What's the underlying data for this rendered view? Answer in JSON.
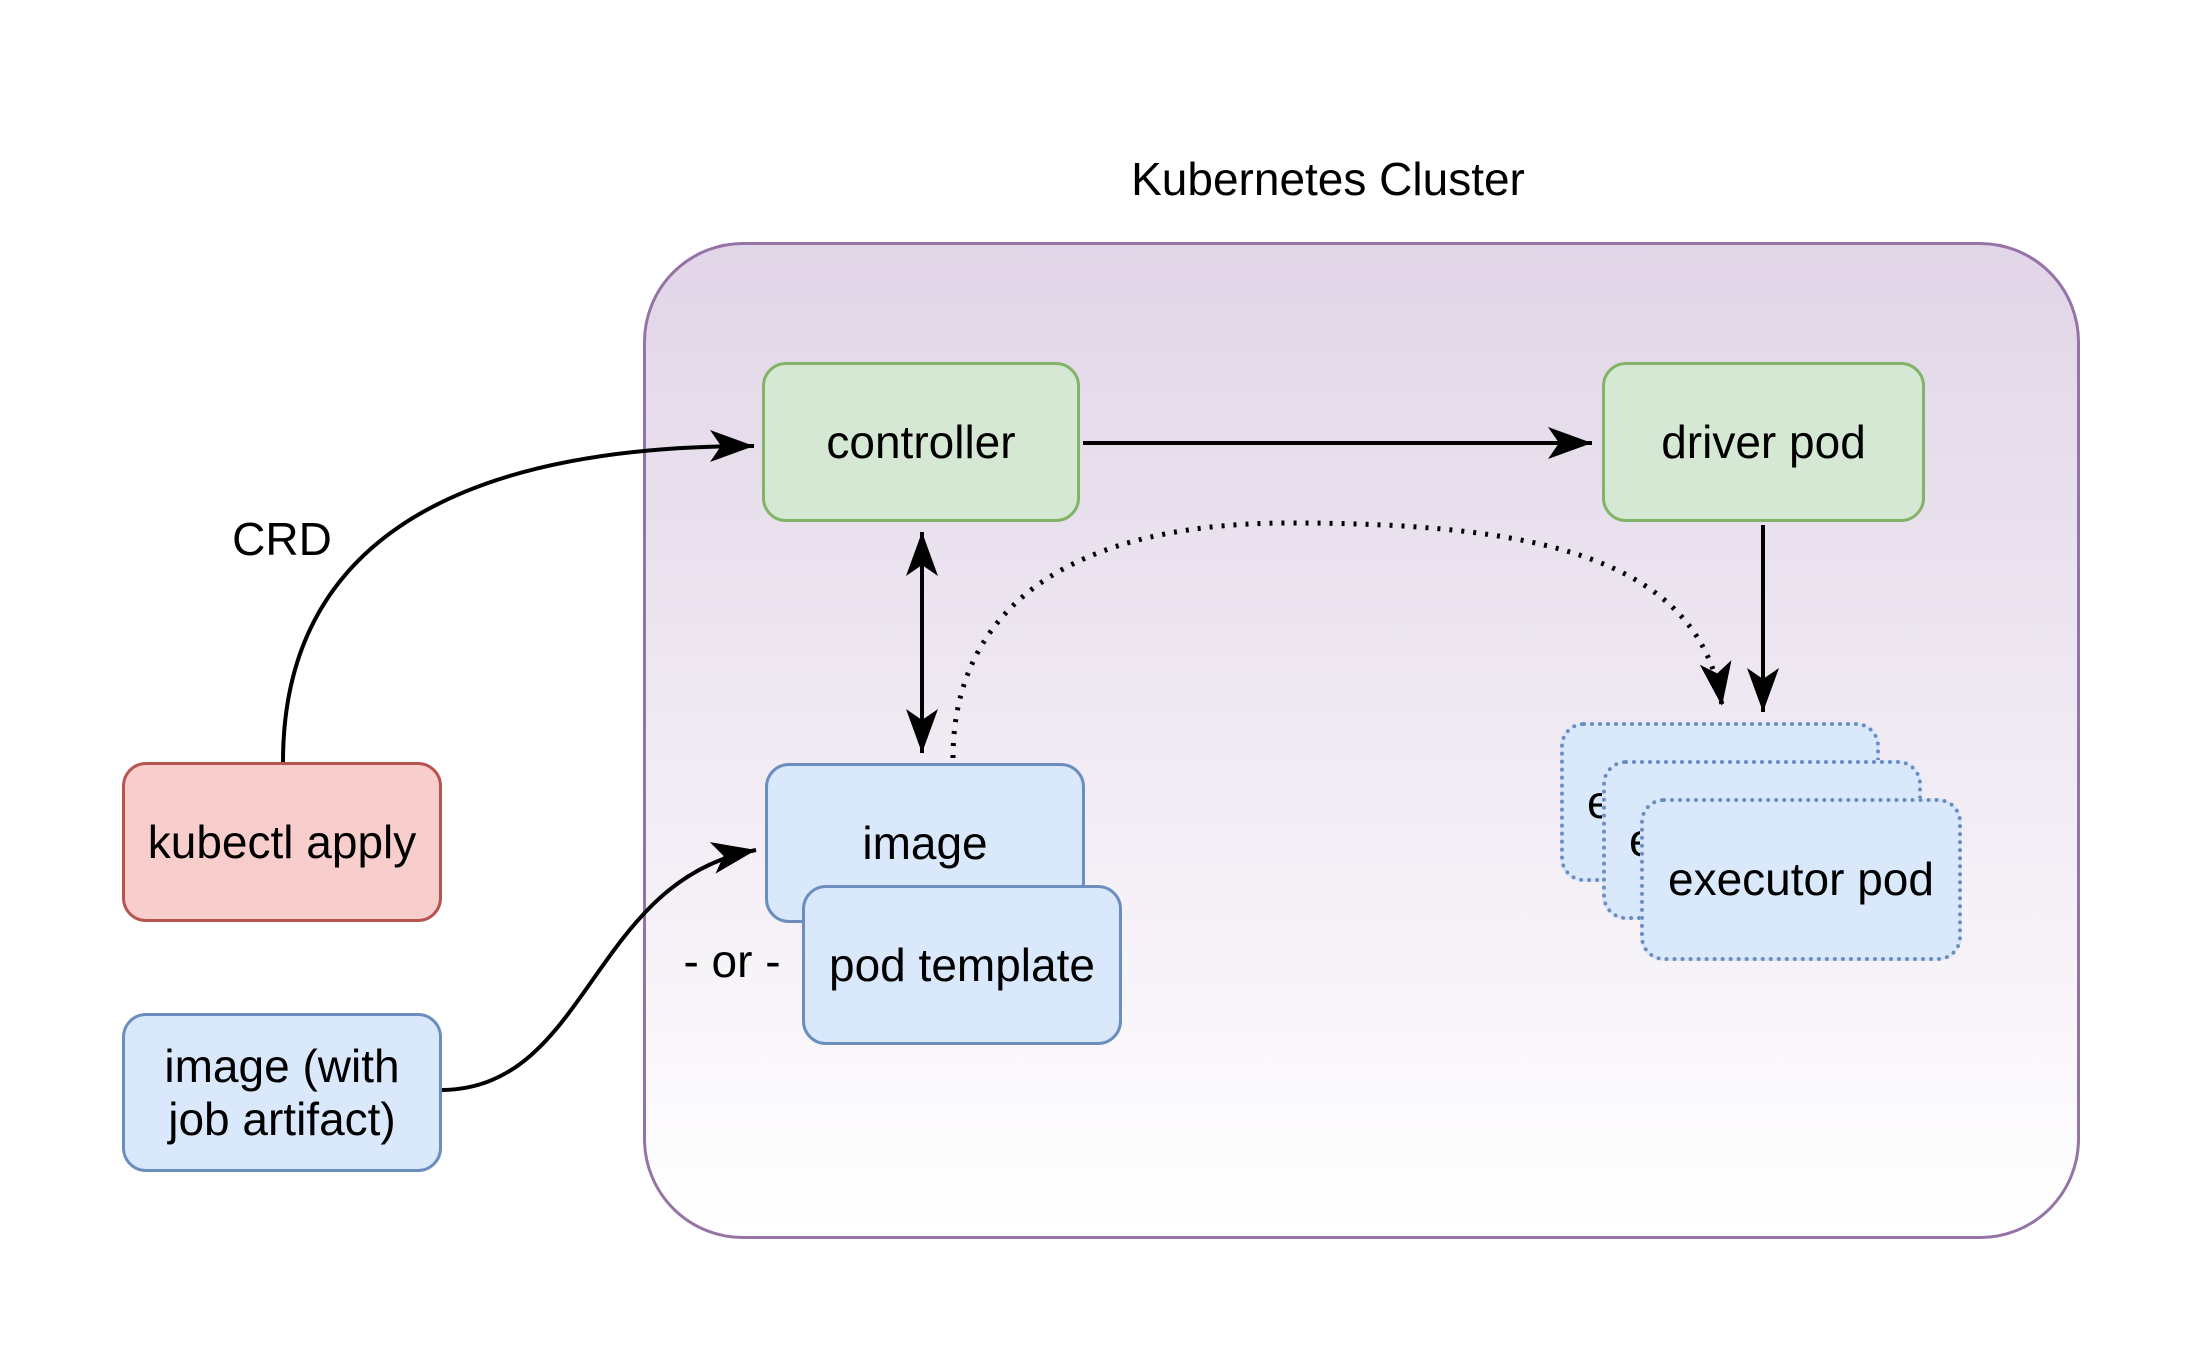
{
  "cluster": {
    "title": "Kubernetes Cluster",
    "border_color": "#9673a6",
    "fill_top": "#e1d5e7",
    "fill_bottom": "#ffffff"
  },
  "nodes": {
    "controller": {
      "label": "controller",
      "fill": "#d5e8d4",
      "border": "#82b366"
    },
    "driver_pod": {
      "label": "driver pod",
      "fill": "#d5e8d4",
      "border": "#82b366"
    },
    "kubectl_apply": {
      "label": "kubectl apply",
      "fill": "#f8cecc",
      "border": "#b85450"
    },
    "image_with_artifact": {
      "label": "image (with\njob artifact)",
      "fill": "#dae8fc",
      "border": "#6c8ebf"
    },
    "image": {
      "label": "image",
      "fill": "#dae8fc",
      "border": "#6c8ebf"
    },
    "pod_template": {
      "label": "pod template",
      "fill": "#dae8fc",
      "border": "#6c8ebf"
    },
    "executor_pod_back": {
      "label": "executor pod",
      "fill": "#dae8fc",
      "border": "#6c8ebf",
      "border_style": "dotted"
    },
    "executor_pod_middle": {
      "label": "executor pod",
      "fill": "#dae8fc",
      "border": "#6c8ebf",
      "border_style": "dotted"
    },
    "executor_pod_front": {
      "label": "executor pod",
      "fill": "#dae8fc",
      "border": "#6c8ebf",
      "border_style": "dotted"
    }
  },
  "labels": {
    "crd": "CRD",
    "or_divider": "- or -"
  },
  "edges": [
    {
      "from": "kubectl apply",
      "to": "controller",
      "label": "CRD",
      "style": "solid-curve",
      "arrow": "end"
    },
    {
      "from": "controller",
      "to": "driver pod",
      "label": "",
      "style": "solid",
      "arrow": "end"
    },
    {
      "from": "controller",
      "to": "image",
      "label": "",
      "style": "solid",
      "arrow": "both"
    },
    {
      "from": "image (with job artifact)",
      "to": "image",
      "label": "",
      "style": "solid-curve",
      "arrow": "end"
    },
    {
      "from": "driver pod",
      "to": "executor pods",
      "label": "",
      "style": "solid",
      "arrow": "end"
    },
    {
      "from": "image",
      "to": "executor pods",
      "label": "",
      "style": "dotted-curve",
      "arrow": "end"
    }
  ],
  "line_color": "#000000"
}
